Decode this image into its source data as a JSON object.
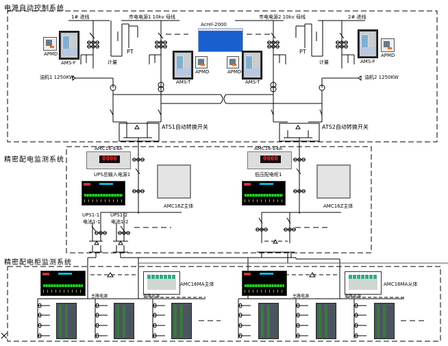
{
  "sections": {
    "power_auto_control": "电源自动控制系统",
    "precision_distribution_monitor": "精密配电监测系统",
    "precision_cabinet_monitor": "精密配电柜监测系统"
  },
  "top": {
    "bus1_incoming": "1# 进线",
    "city_power_1": "市电电源1 10kv 母线",
    "city_power_2": "市电电源2 10kv 母线",
    "bus2_incoming": "2# 进线",
    "pt_left": "PT",
    "pt_right": "PT",
    "metering_left": "计量",
    "metering_right": "计量",
    "generator1": "油机1 1250KW",
    "generator2": "油机2 1250KW",
    "acrel_software": "Acrel-2000",
    "apmd_labels": [
      "APMD",
      "APMD",
      "APMD",
      "APMD"
    ],
    "ams_labels": [
      "AMS-F",
      "AMS-T",
      "AMS-T",
      "AMS-F"
    ],
    "ats1": "ATS1自动转换开关",
    "ats2": "ATS2自动转换开关"
  },
  "middle": {
    "meter_left": "AMC16-E4A",
    "meter_right": "AMC16-E4A",
    "meter_left_value": "0000",
    "meter_right_value": "0000",
    "meter_left_caption": "UPS总输入电源1",
    "meter_right_caption": "低压配电柜1",
    "host_left": "AMC16Z主体",
    "host_right": "AMC16Z主体",
    "ups1_1": "UPS1-1",
    "ups1_2": "UPS1-2",
    "battery1_1": "电池1-1",
    "battery1_2": "电池1-2"
  },
  "bottom": {
    "main_host_left": "AMC16MA主体",
    "aux_host_right": "AMC16MA从体",
    "main_road_left": "主路电源",
    "bypass_left": "旁路电源",
    "main_road_right": "主路电源",
    "bypass_right": "旁路电源"
  }
}
